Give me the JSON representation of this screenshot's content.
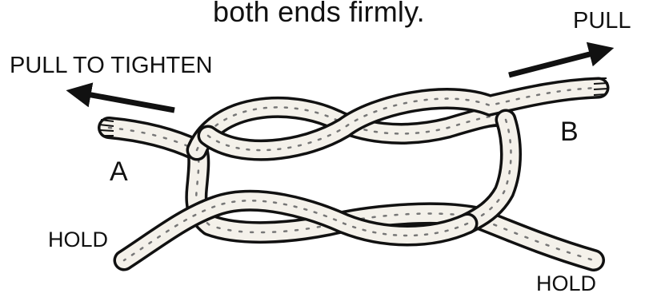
{
  "caption": "both ends firmly.",
  "labels": {
    "pull_to_tighten": "PULL TO TIGHTEN",
    "pull": "PULL",
    "end_a": "A",
    "end_b": "B",
    "hold_left": "HOLD",
    "hold_right": "HOLD"
  },
  "colors": {
    "ink": "#111111",
    "rope_fill": "#f4f1ea",
    "rope_shade": "#8a8a8a",
    "background": "#ffffff"
  }
}
